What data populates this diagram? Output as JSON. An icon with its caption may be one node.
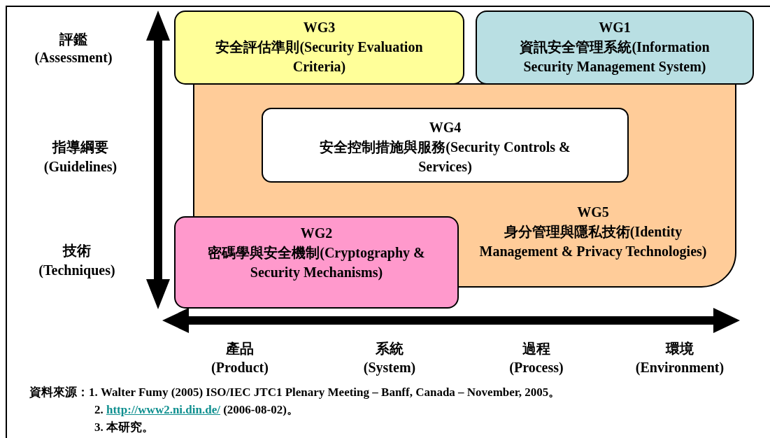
{
  "diagram": {
    "nodes": [
      {
        "text": [
          "WG3",
          "安全評估準則(Security Evaluation Criteria)"
        ]
      },
      {
        "text": [
          "WG1",
          "資訊安全管理系統(Information Security Management System)"
        ]
      },
      {
        "text": [
          "WG5",
          "身分管理與隱私技術(Identity Management & Privacy Technologies)"
        ]
      },
      {
        "text": [
          "WG4",
          "安全控制措施與服務(Security Controls & Services)"
        ],
        "in": 2
      },
      {
        "text": [
          "WG2",
          "密碼學與安全機制(Cryptography & Security Mechanisms)"
        ]
      }
    ],
    "edges": [],
    "labels": [
      "評鑑",
      "(Assessment)",
      "指導綱要",
      "(Guidelines)",
      "技術",
      "(Techniques)",
      "產品",
      "(Product)",
      "系統",
      "(System)",
      "過程",
      "(Process)",
      "環境",
      "(Environment)",
      "資料來源：1. Walter Fumy (2005) ISO/IEC JTC1 Plenary Meeting – Banff, Canada – November, 2005。",
      "2.",
      "http://www2.ni.din.de/",
      "(2006-08-02)。",
      "3. 本研究。"
    ]
  }
}
